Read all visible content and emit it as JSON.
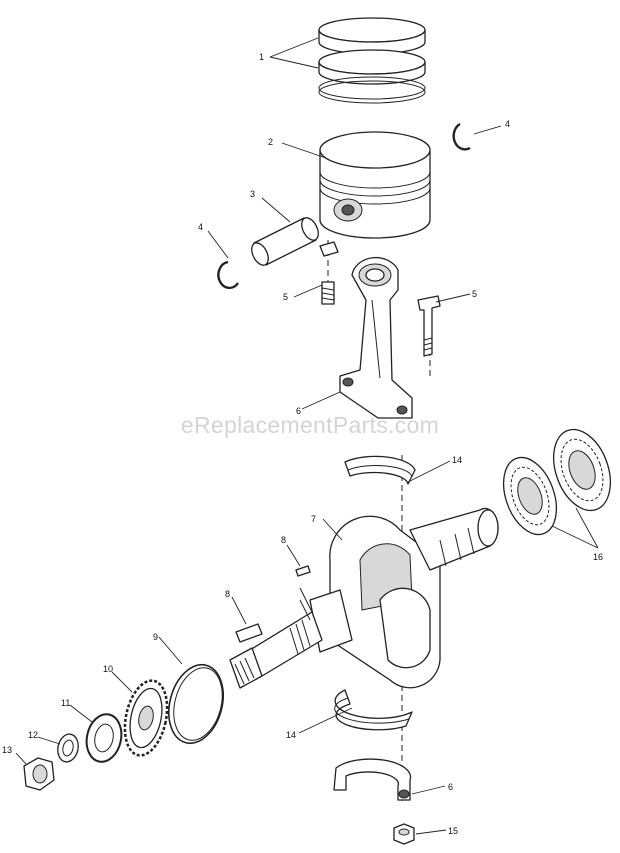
{
  "watermark": "eReplacementParts.com",
  "callouts": {
    "piston_rings": "1",
    "piston": "2",
    "piston_pin": "3",
    "circlip_left": "4",
    "circlip_right": "4",
    "bolt_left": "5",
    "bolt_right": "5",
    "connecting_rod": "6",
    "rod_cap": "6",
    "crankshaft": "7",
    "key_upper": "8",
    "key_lower": "8",
    "o_ring": "9",
    "gear": "10",
    "lock_washer": "11",
    "washer": "12",
    "nut": "13",
    "bearing_upper": "14",
    "bearing_lower": "14",
    "cap_nut": "15",
    "ball_bearings": "16"
  }
}
